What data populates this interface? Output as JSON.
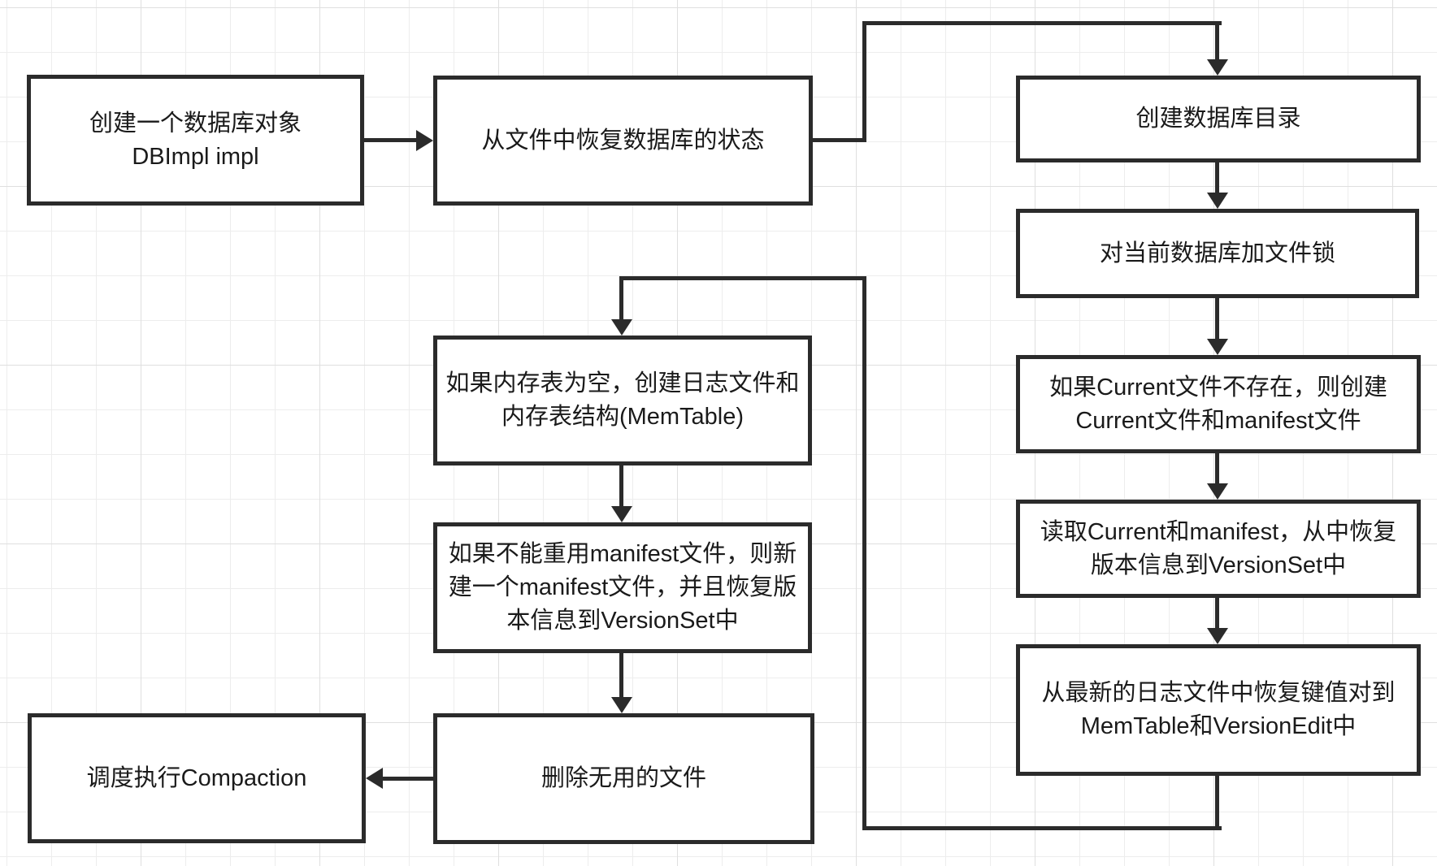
{
  "diagram": {
    "type": "flowchart",
    "language": "zh-CN",
    "colors": {
      "background": "#ffffff",
      "grid_minor": "#ededed",
      "grid_major": "#dfdfdf",
      "node_fill": "#ffffff",
      "stroke": "#2b2b2b",
      "text": "#1a1a1a"
    },
    "nodes": [
      {
        "id": "create-dbimpl",
        "label": "创建一个数据库对象\nDBImpl impl"
      },
      {
        "id": "recover-db-state",
        "label": "从文件中恢复数据库的状态"
      },
      {
        "id": "create-db-directory",
        "label": "创建数据库目录"
      },
      {
        "id": "lock-db-file",
        "label": "对当前数据库加文件锁"
      },
      {
        "id": "create-current-manifest",
        "label": "如果Current文件不存在，则创建\nCurrent文件和manifest文件"
      },
      {
        "id": "read-current-manifest",
        "label": "读取Current和manifest，从中恢复\n版本信息到VersionSet中"
      },
      {
        "id": "recover-log-keyvalues",
        "label": "从最新的日志文件中恢复键值对到\nMemTable和VersionEdit中"
      },
      {
        "id": "create-log-memtable",
        "label": "如果内存表为空，创建日志文件和\n内存表结构(MemTable)"
      },
      {
        "id": "new-manifest",
        "label": "如果不能重用manifest文件，则新\n建一个manifest文件，并且恢复版\n本信息到VersionSet中"
      },
      {
        "id": "delete-unused-files",
        "label": "删除无用的文件"
      },
      {
        "id": "schedule-compaction",
        "label": "调度执行Compaction"
      }
    ],
    "edges": [
      {
        "from": "create-dbimpl",
        "to": "recover-db-state"
      },
      {
        "from": "recover-db-state",
        "to": "create-db-directory"
      },
      {
        "from": "create-db-directory",
        "to": "lock-db-file"
      },
      {
        "from": "lock-db-file",
        "to": "create-current-manifest"
      },
      {
        "from": "create-current-manifest",
        "to": "read-current-manifest"
      },
      {
        "from": "read-current-manifest",
        "to": "recover-log-keyvalues"
      },
      {
        "from": "recover-log-keyvalues",
        "to": "create-log-memtable"
      },
      {
        "from": "create-log-memtable",
        "to": "new-manifest"
      },
      {
        "from": "new-manifest",
        "to": "delete-unused-files"
      },
      {
        "from": "delete-unused-files",
        "to": "schedule-compaction"
      }
    ]
  }
}
